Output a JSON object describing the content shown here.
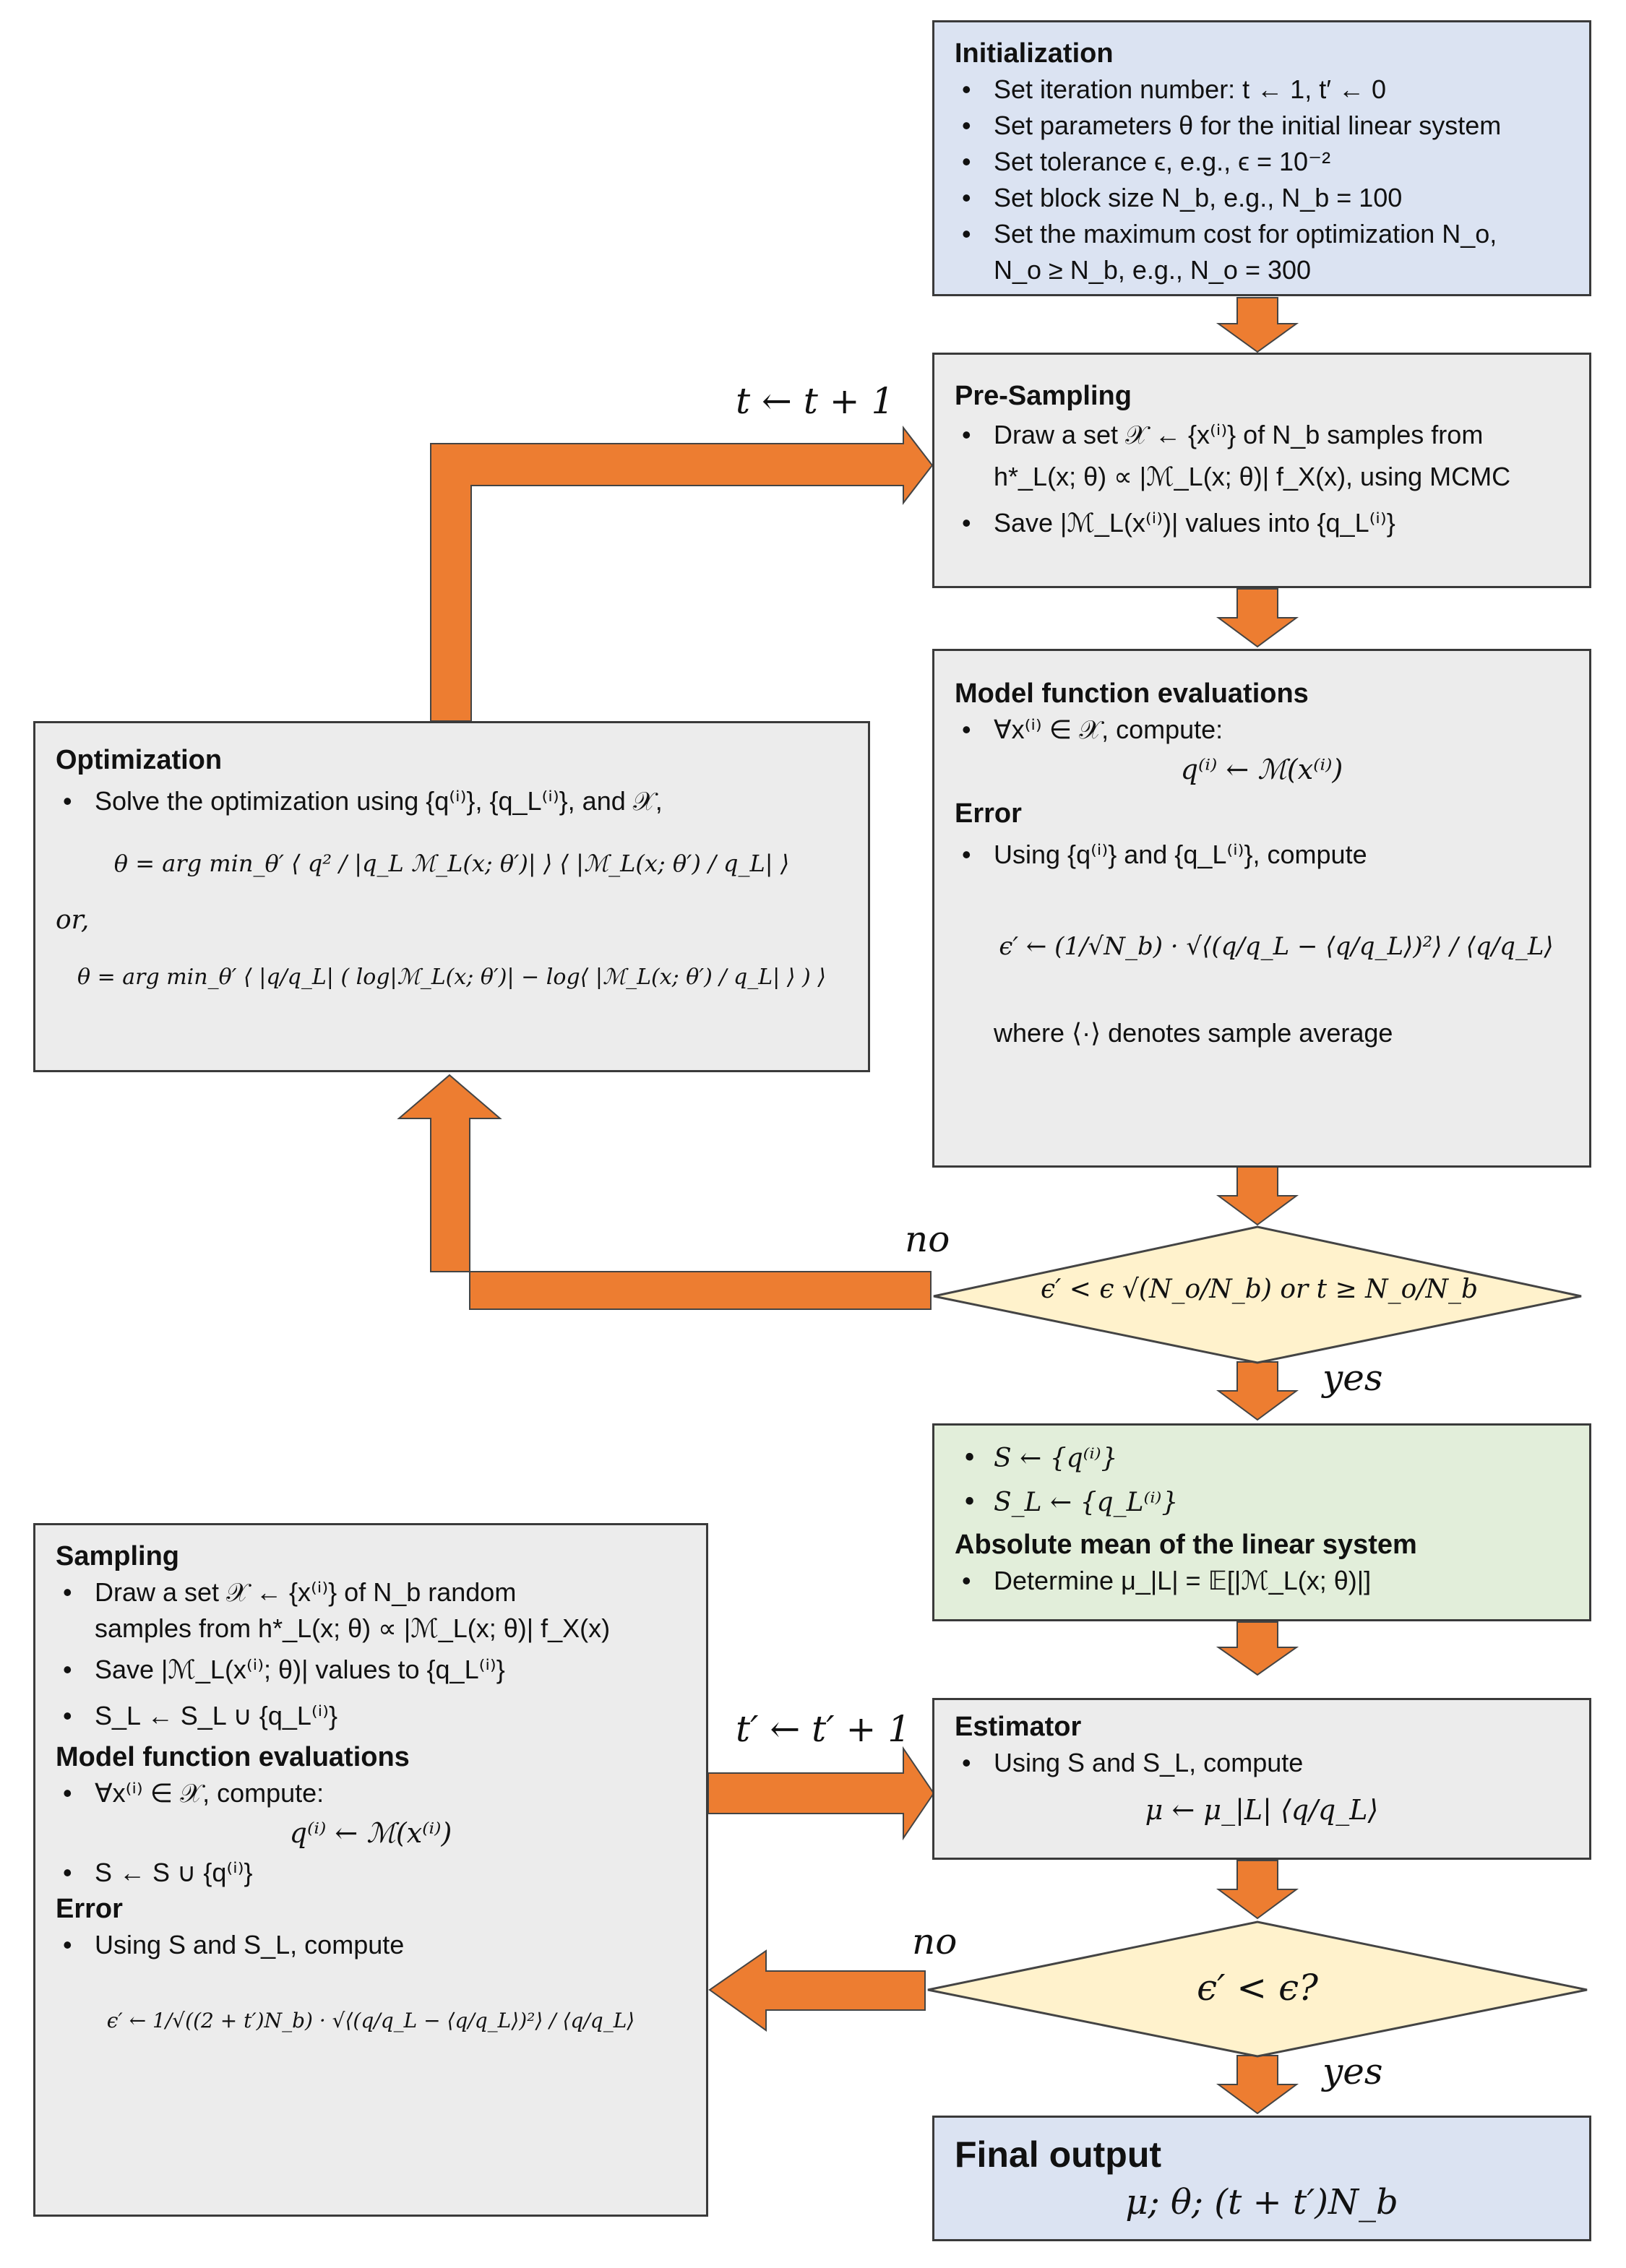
{
  "colors": {
    "arrow": "#ed7d31",
    "box_gray": "#ececec",
    "box_blue": "#dbe3f2",
    "box_green": "#e2eeda",
    "diamond": "#fff2cc",
    "border": "#3a3a3a"
  },
  "init": {
    "title": "Initialization",
    "items": [
      "Set iteration number: t ← 1, t′ ← 0",
      "Set parameters θ for the initial linear system",
      "Set tolerance ϵ, e.g., ϵ = 10⁻²",
      "Set block size N_b, e.g., N_b = 100",
      "Set the maximum cost for optimization N_o,"
    ],
    "item_cont": "N_o ≥ N_b, e.g., N_o = 300"
  },
  "presampling": {
    "title": "Pre-Sampling",
    "item1": "Draw a set 𝒳 ← {x⁽ⁱ⁾} of N_b samples from",
    "item1_cont": "h*_L(x; θ) ∝ |ℳ_L(x; θ)| f_X(x), using MCMC",
    "item2": "Save |ℳ_L(x⁽ⁱ⁾)| values into {q_L⁽ⁱ⁾}"
  },
  "model_eval": {
    "title": "Model function evaluations",
    "item1": "∀x⁽ⁱ⁾ ∈ 𝒳, compute:",
    "eq1": "q⁽ⁱ⁾ ← ℳ(x⁽ⁱ⁾)",
    "error_title": "Error",
    "item2": "Using {q⁽ⁱ⁾} and {q_L⁽ⁱ⁾}, compute",
    "eq2": "ϵ′ ← (1/√N_b) · √⟨(q/q_L − ⟨q/q_L⟩)²⟩ / ⟨q/q_L⟩",
    "note": "where ⟨·⟩ denotes sample average"
  },
  "optimization": {
    "title": "Optimization",
    "item1": "Solve the optimization using {q⁽ⁱ⁾}, {q_L⁽ⁱ⁾}, and 𝒳,",
    "eq1": "θ = arg min_θ′ ⟨ q² / |q_L ℳ_L(x; θ′)| ⟩ ⟨ |ℳ_L(x; θ′) / q_L| ⟩",
    "or": "or,",
    "eq2": "θ = arg min_θ′ ⟨ |q/q_L| ( log|ℳ_L(x; θ′)| − log⟨ |ℳ_L(x; θ′) / q_L| ⟩ ) ⟩"
  },
  "decision1": {
    "text": "ϵ′ < ϵ √(N_o/N_b) or t ≥ N_o/N_b",
    "no": "no",
    "yes": "yes"
  },
  "loop_label": "t ← t + 1",
  "result": {
    "item1": "S ← {q⁽ⁱ⁾}",
    "item2": "S_L ← {q_L⁽ⁱ⁾}",
    "title": "Absolute mean of the linear system",
    "item3": "Determine μ_|L| = 𝔼[|ℳ_L(x; θ)|]"
  },
  "sampling": {
    "title": "Sampling",
    "item1": "Draw a set 𝒳 ← {x⁽ⁱ⁾} of N_b random",
    "item1_cont": "samples from h*_L(x; θ) ∝ |ℳ_L(x; θ)| f_X(x)",
    "item2": "Save |ℳ_L(x⁽ⁱ⁾; θ)| values to {q_L⁽ⁱ⁾}",
    "item3": "S_L ← S_L ∪ {q_L⁽ⁱ⁾}",
    "title2": "Model function evaluations",
    "item4": "∀x⁽ⁱ⁾ ∈ 𝒳, compute:",
    "eq1": "q⁽ⁱ⁾ ← ℳ(x⁽ⁱ⁾)",
    "item5": "S ← S ∪ {q⁽ⁱ⁾}",
    "title3": "Error",
    "item6": "Using S and S_L, compute",
    "eq2": "ϵ′ ← 1/√((2 + t′)N_b) · √⟨(q/q_L − ⟨q/q_L⟩)²⟩ / ⟨q/q_L⟩"
  },
  "loop_label2": "t′ ← t′ + 1",
  "estimator": {
    "title": "Estimator",
    "item1": "Using S and S_L, compute",
    "eq1": "μ ← μ_|L| ⟨q/q_L⟩"
  },
  "decision2": {
    "text": "ϵ′ < ϵ?",
    "no": "no",
    "yes": "yes"
  },
  "final": {
    "title": "Final output",
    "eq": "μ; θ; (t + t′)N_b"
  }
}
